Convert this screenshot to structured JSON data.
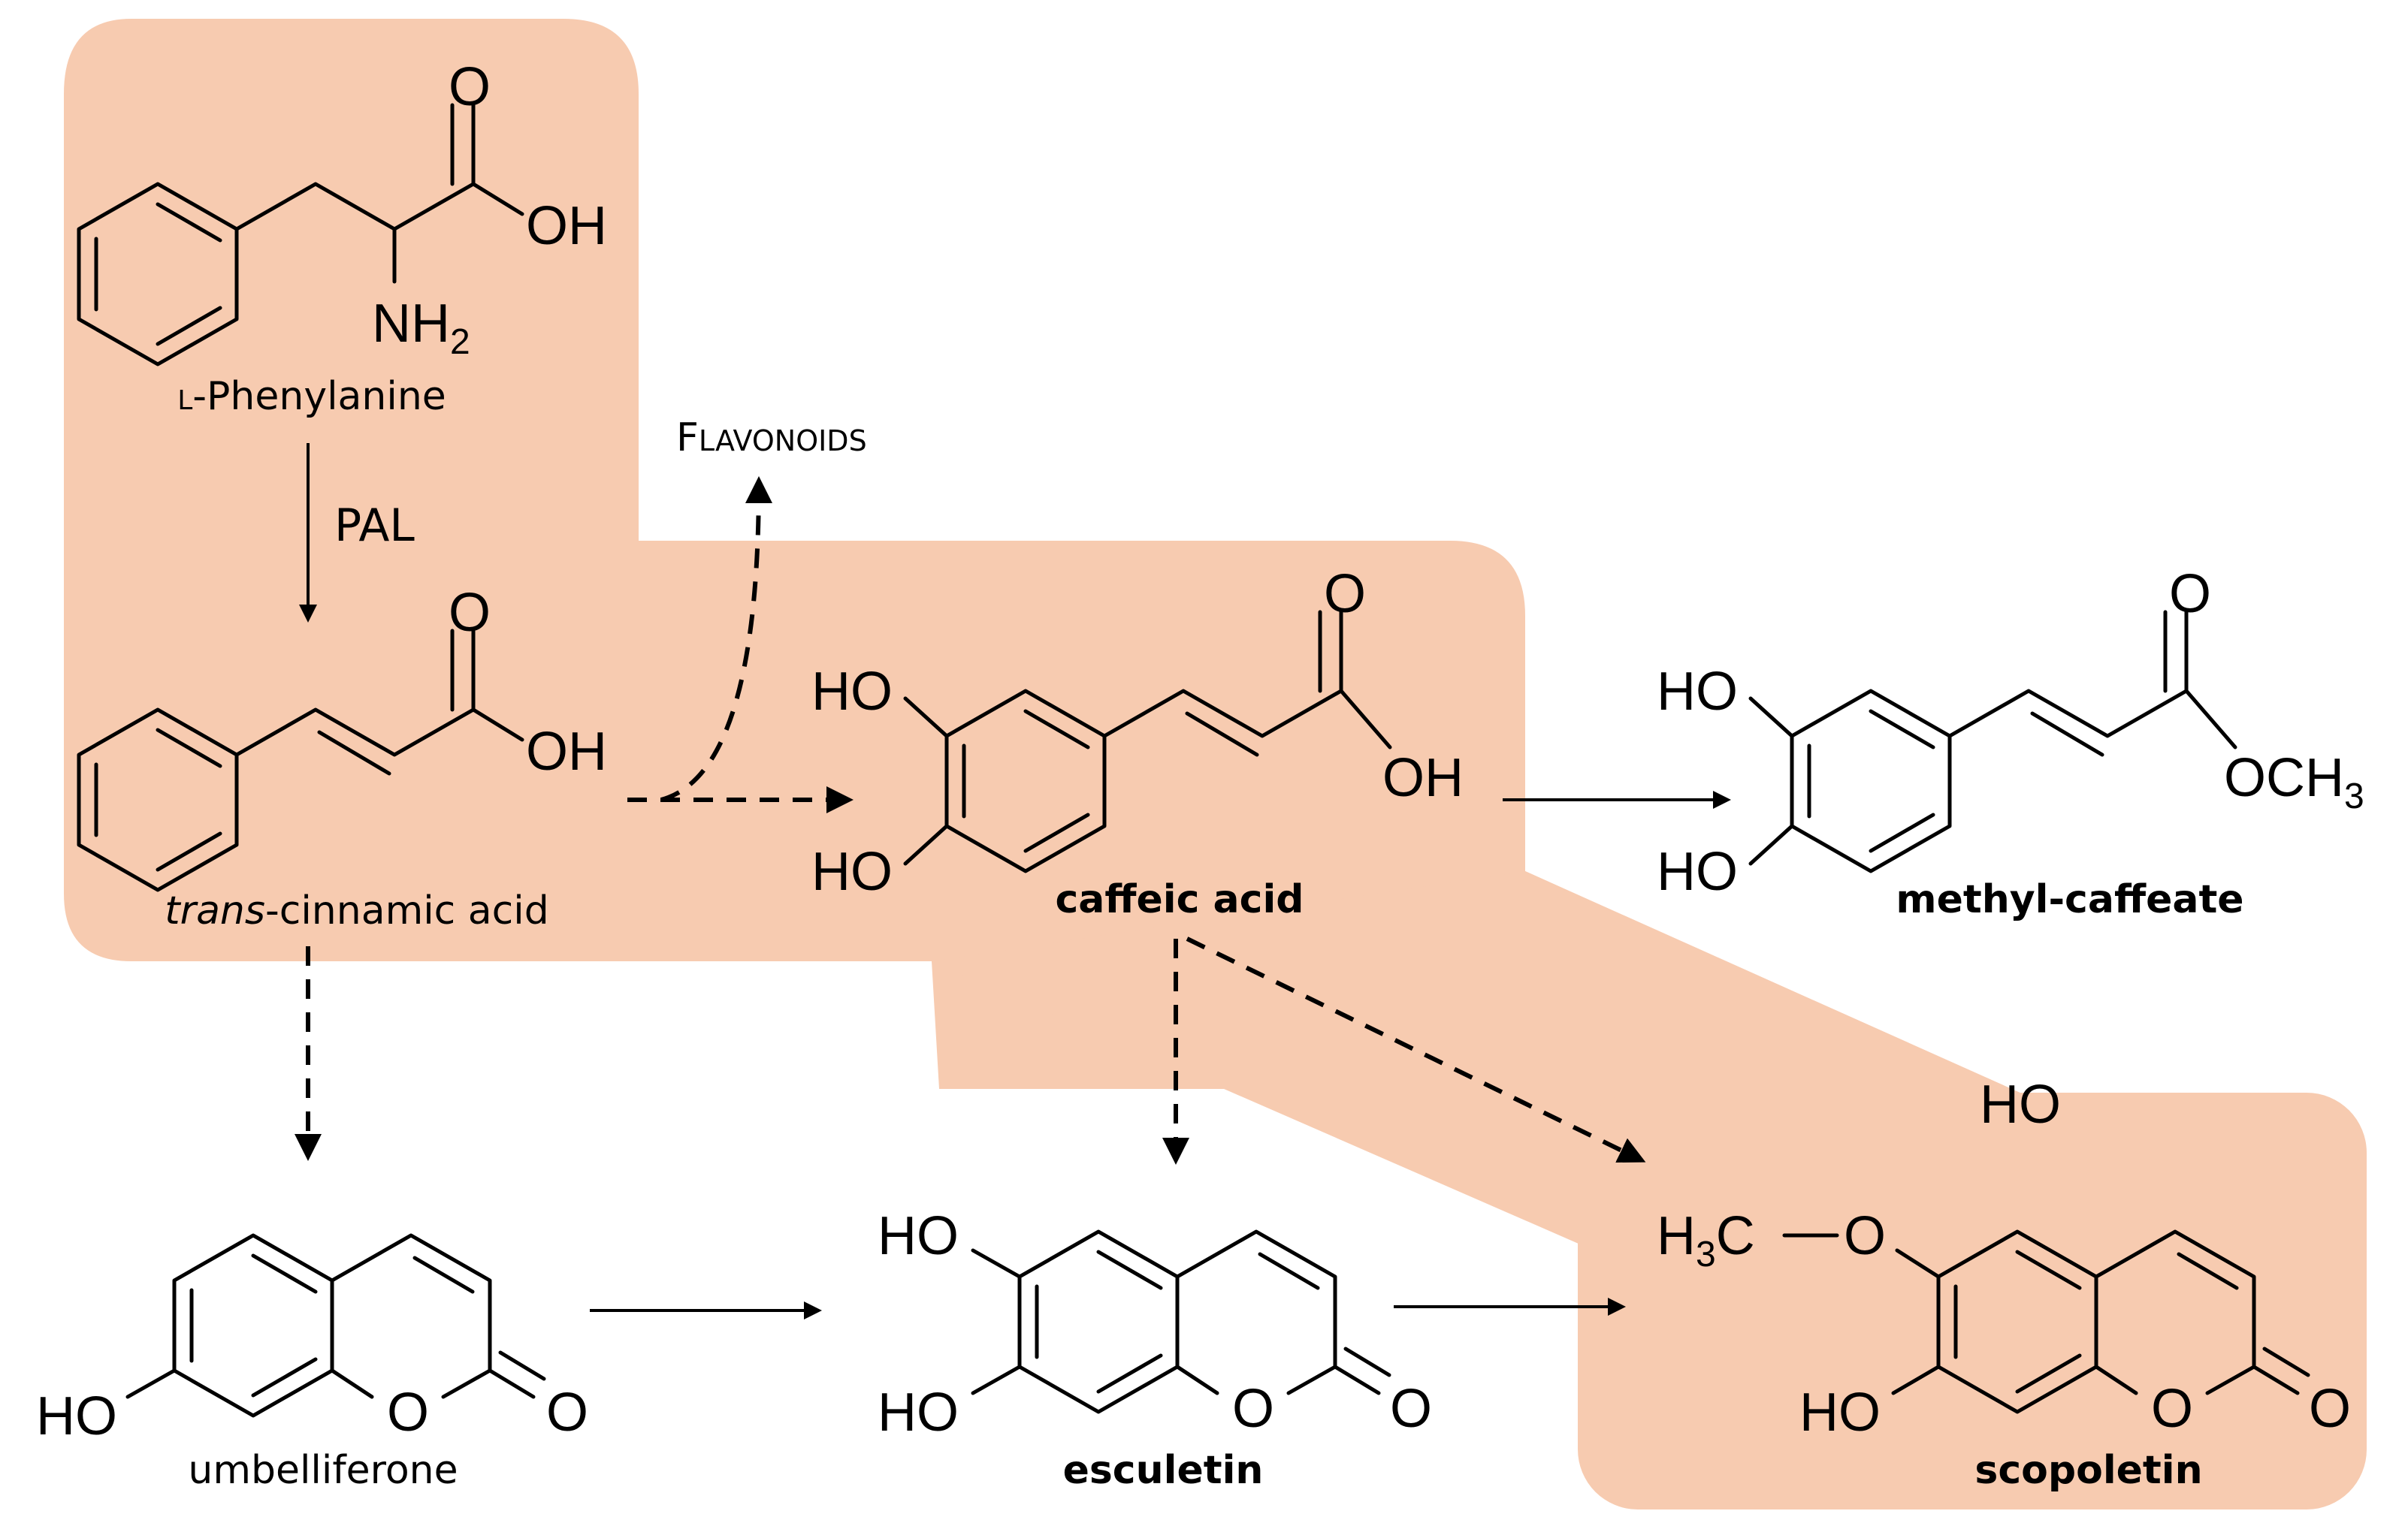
{
  "colors": {
    "highlight": "#f7cbb0",
    "enzyme": "#e8191c",
    "ink": "#000000"
  },
  "compounds": {
    "phenylalanine": {
      "label_prefix": "L",
      "label_rest": "-Phenylanine",
      "o": "O",
      "oh": "OH",
      "nh": "NH",
      "nh_sub": "2"
    },
    "cinnamic": {
      "label_italic": "trans",
      "label_rest": "-cinnamic acid",
      "o": "O",
      "oh": "OH"
    },
    "caffeic": {
      "label": "caffeic acid",
      "ho1": "HO",
      "ho2": "HO",
      "o": "O",
      "oh": "OH"
    },
    "methylcaffeate": {
      "label": "methyl-caffeate",
      "ho1": "HO",
      "ho2": "HO",
      "o": "O",
      "och": "OCH",
      "och_sub": "3"
    },
    "umbelliferone": {
      "label": "umbelliferone",
      "ho": "HO",
      "o_ring": "O",
      "o_keto": "O"
    },
    "esculetin": {
      "label": "esculetin",
      "ho1": "HO",
      "ho2": "HO",
      "o_ring": "O",
      "o_keto": "O"
    },
    "scopoletin": {
      "label": "scopoletin",
      "ho_top": "HO",
      "h": "H",
      "h_sub": "3",
      "c": "C",
      "o_meth": "O",
      "ho": "HO",
      "o_ring": "O",
      "o_keto": "O"
    }
  },
  "enzyme": {
    "label": "PAL"
  },
  "branch": {
    "flavonoids_cap1": "F",
    "flavonoids_rest": "LAVONOIDS"
  }
}
